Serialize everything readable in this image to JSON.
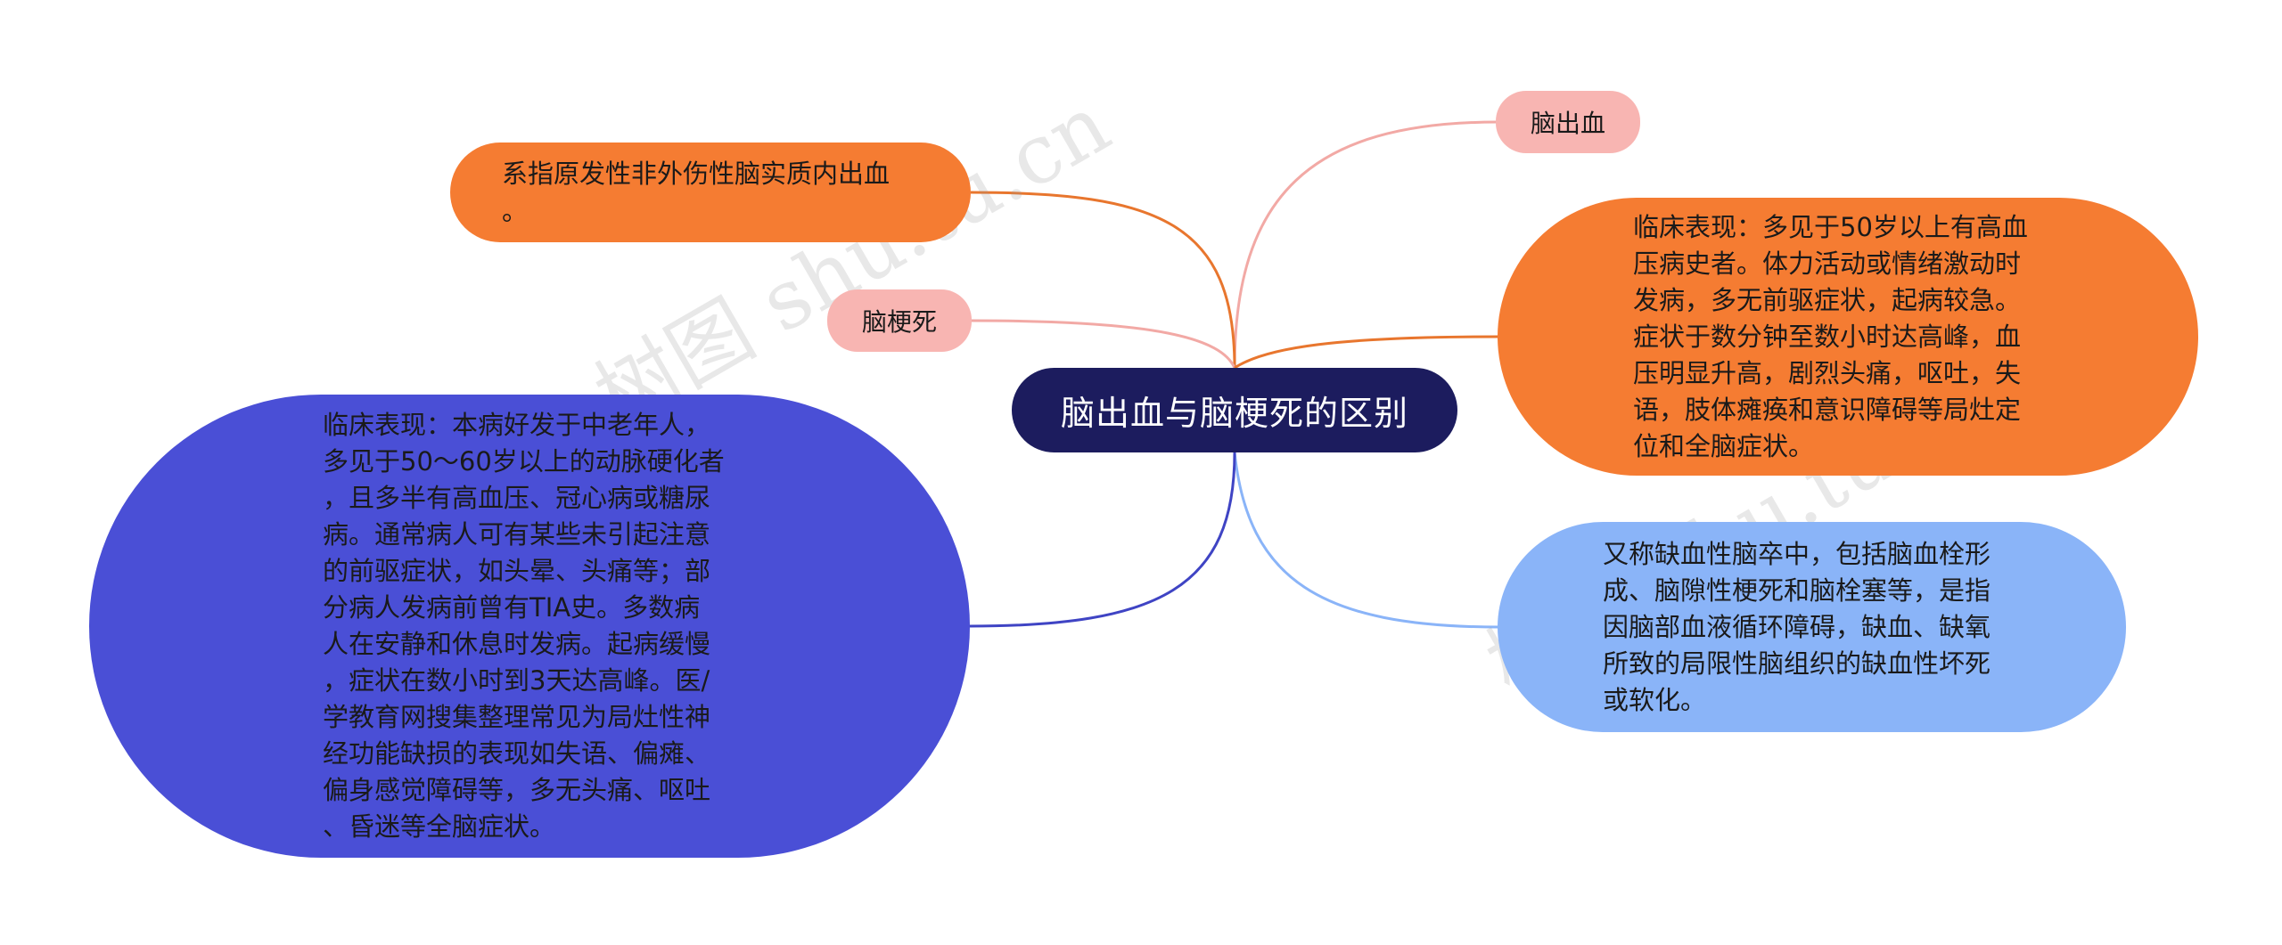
{
  "mindmap": {
    "center": {
      "label": "脑出血与脑梗死的区别",
      "color": "#1c1c5e"
    },
    "hemorrhage": {
      "label": "脑出血",
      "definition": "系指原发性非外伤性脑实质内出血\n。",
      "clinical": "临床表现：多见于50岁以上有高血\n压病史者。体力活动或情绪激动时\n发病，多无前驱症状，起病较急。\n症状于数分钟至数小时达高峰，血\n压明显升高，剧烈头痛，呕吐，失\n语，肢体瘫痪和意识障碍等局灶定\n位和全脑症状。"
    },
    "infarction": {
      "label": "脑梗死",
      "definition": "又称缺血性脑卒中，包括脑血栓形\n成、脑隙性梗死和脑栓塞等，是指\n因脑部血液循环障碍，缺血、缺氧\n所致的局限性脑组织的缺血性坏死\n或软化。",
      "clinical": "临床表现：本病好发于中老年人，\n多见于50～60岁以上的动脉硬化者\n，且多半有高血压、冠心病或糖尿\n病。通常病人可有某些未引起注意\n的前驱症状，如头晕、头痛等；部\n分病人发病前曾有TIA史。多数病\n人在安静和休息时发病。起病缓慢\n，症状在数小时到3天达高峰。医/\n学教育网搜集整理常见为局灶性神\n经功能缺损的表现如失语、偏瘫、\n偏身感觉障碍等，多无头痛、呕吐\n、昏迷等全脑症状。"
    },
    "colors": {
      "label_pink": "#f8b5b2",
      "orange": "#f57c32",
      "light_blue": "#8ab4f8",
      "blue": "#4a4fd6",
      "link_pink": "#f2a9a5",
      "link_orange": "#e8762e",
      "link_light_blue": "#8ab4f8",
      "link_blue": "#3f44c4"
    }
  },
  "watermarks": [
    "树图 shu.tu.cn",
    "树图 shu.tu.cn"
  ]
}
